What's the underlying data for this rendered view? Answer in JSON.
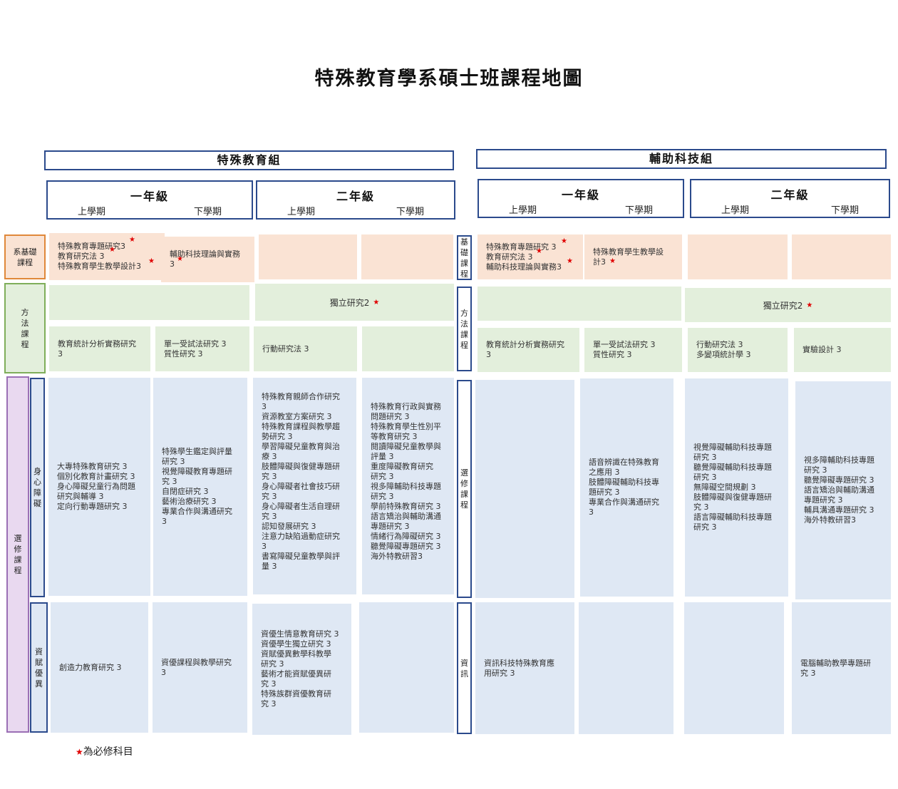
{
  "title": "特殊教育學系碩士班課程地圖",
  "groups": {
    "special": "特殊教育組",
    "assistive": "輔助科技組"
  },
  "years": {
    "first": "一年級",
    "second": "二年級",
    "sem1": "上學期",
    "sem2": "下學期"
  },
  "row_labels": {
    "basic_left": "系基礎課程",
    "method": "方法課程",
    "elective": "選修課程",
    "disability": "身心障礙",
    "gifted": "資賦優異",
    "basic_mid": "基礎課程",
    "method_mid": "方法課程",
    "elective_mid": "選修課程",
    "info_mid": "資訊"
  },
  "cells": {
    "basic_y1s1": "特殊教育專題研究3\n教育研究法 3\n特殊教育學生教學設計3",
    "basic_y1s2": "輔助科技理論與實務\n3",
    "basic_a_y1s1": "特殊教育專題研究 3\n教育研究法 3\n輔助科技理論與實務3",
    "basic_a_y1s2": "特殊教育學生教學設\n計3",
    "indep_special": "獨立研究2",
    "indep_assist": "獨立研究2",
    "method_y1s1": "教育統計分析實務研究\n3",
    "method_y1s2": "單一受試法研究 3\n質性研究 3",
    "method_y2s1": "行動研究法 3",
    "method_a_y1s1": "教育統計分析實務研究\n3",
    "method_a_y1s2": "單一受試法研究 3\n質性研究 3",
    "method_a_y2s1": "行動研究法 3\n多變項統計學 3",
    "method_a_y2s2": "實驗設計 3",
    "dis_y1s1": "大專特殊教育研究 3\n個別化教育計畫研究 3\n身心障礙兒童行為問題\n研究與輔導 3\n定向行動專題研究 3",
    "dis_y1s2": "特殊學生鑑定與評量\n研究 3\n視覺障礙教育專題研\n究 3\n自閉症研究 3\n藝術治療研究 3\n專業合作與溝通研究\n3",
    "dis_y2s1": "特殊教育親師合作研究\n3\n資源教室方案研究 3\n特殊教育課程與教學趨\n勢研究 3\n學習障礙兒童教育與治\n療 3\n肢體障礙與復健專題研\n究 3\n身心障礙者社會技巧研\n究 3\n身心障礙者生活自理研\n究 3\n認知發展研究 3\n注意力缺陷過動症研究\n3\n書寫障礙兒童教學與評\n量 3",
    "dis_y2s2": "特殊教育行政與實務\n問題研究 3\n特殊教育學生性別平\n等教育研究 3\n閱讀障礙兒童教學與\n評量 3\n重度障礙教育研究\n研究 3\n視多障輔助科技專題\n研究 3\n學前特殊教育研究 3\n語言矯治與輔助溝通\n專題研究 3\n情緒行為障礙研究 3\n聽覺障礙專題研究 3\n海外特教研習3",
    "dis_a_y1s2": "語音辨識在特殊教育\n之應用 3\n肢體障礙輔助科技專\n題研究 3\n專業合作與溝通研究\n3",
    "dis_a_y2s1": "視覺障礙輔助科技專題\n研究 3\n聽覺障礙輔助科技專題\n研究 3\n無障礙空間規劃 3\n肢體障礙與復健專題研\n究 3\n語言障礙輔助科技專題\n研究 3",
    "dis_a_y2s2": "視多障輔助科技專題\n研究 3\n聽覺障礙專題研究 3\n語言矯治與輔助溝通\n專題研究 3\n輔具溝通專題研究 3\n海外特教研習3",
    "gift_y1s1": "創造力教育研究 3",
    "gift_y1s2": "資優課程與教學研究\n3",
    "gift_y2s1": "資優生情意教育研究 3\n資優學生獨立研究 3\n資賦優異數學科教學\n研究 3\n藝術才能資賦優異研\n究 3\n特殊族群資優教育研\n究 3",
    "info_a_y1s1": "資訊科技特殊教育應\n用研究 3",
    "info_a_y2s2": "電腦輔助教學專題研\n究 3"
  },
  "legend": {
    "star": "★",
    "text": "為必修科目"
  },
  "colors": {
    "border_blue": "#2b4a8c",
    "basic_fill": "#fae3d4",
    "method_fill": "#e3efdc",
    "elective_fill": "#dfe8f4",
    "elective_label_fill": "#e9d9f0",
    "basic_label_border": "#e0883a",
    "method_label_border": "#7fae5a",
    "elective_label_border": "#9b6fb5",
    "star": "#e00000"
  }
}
